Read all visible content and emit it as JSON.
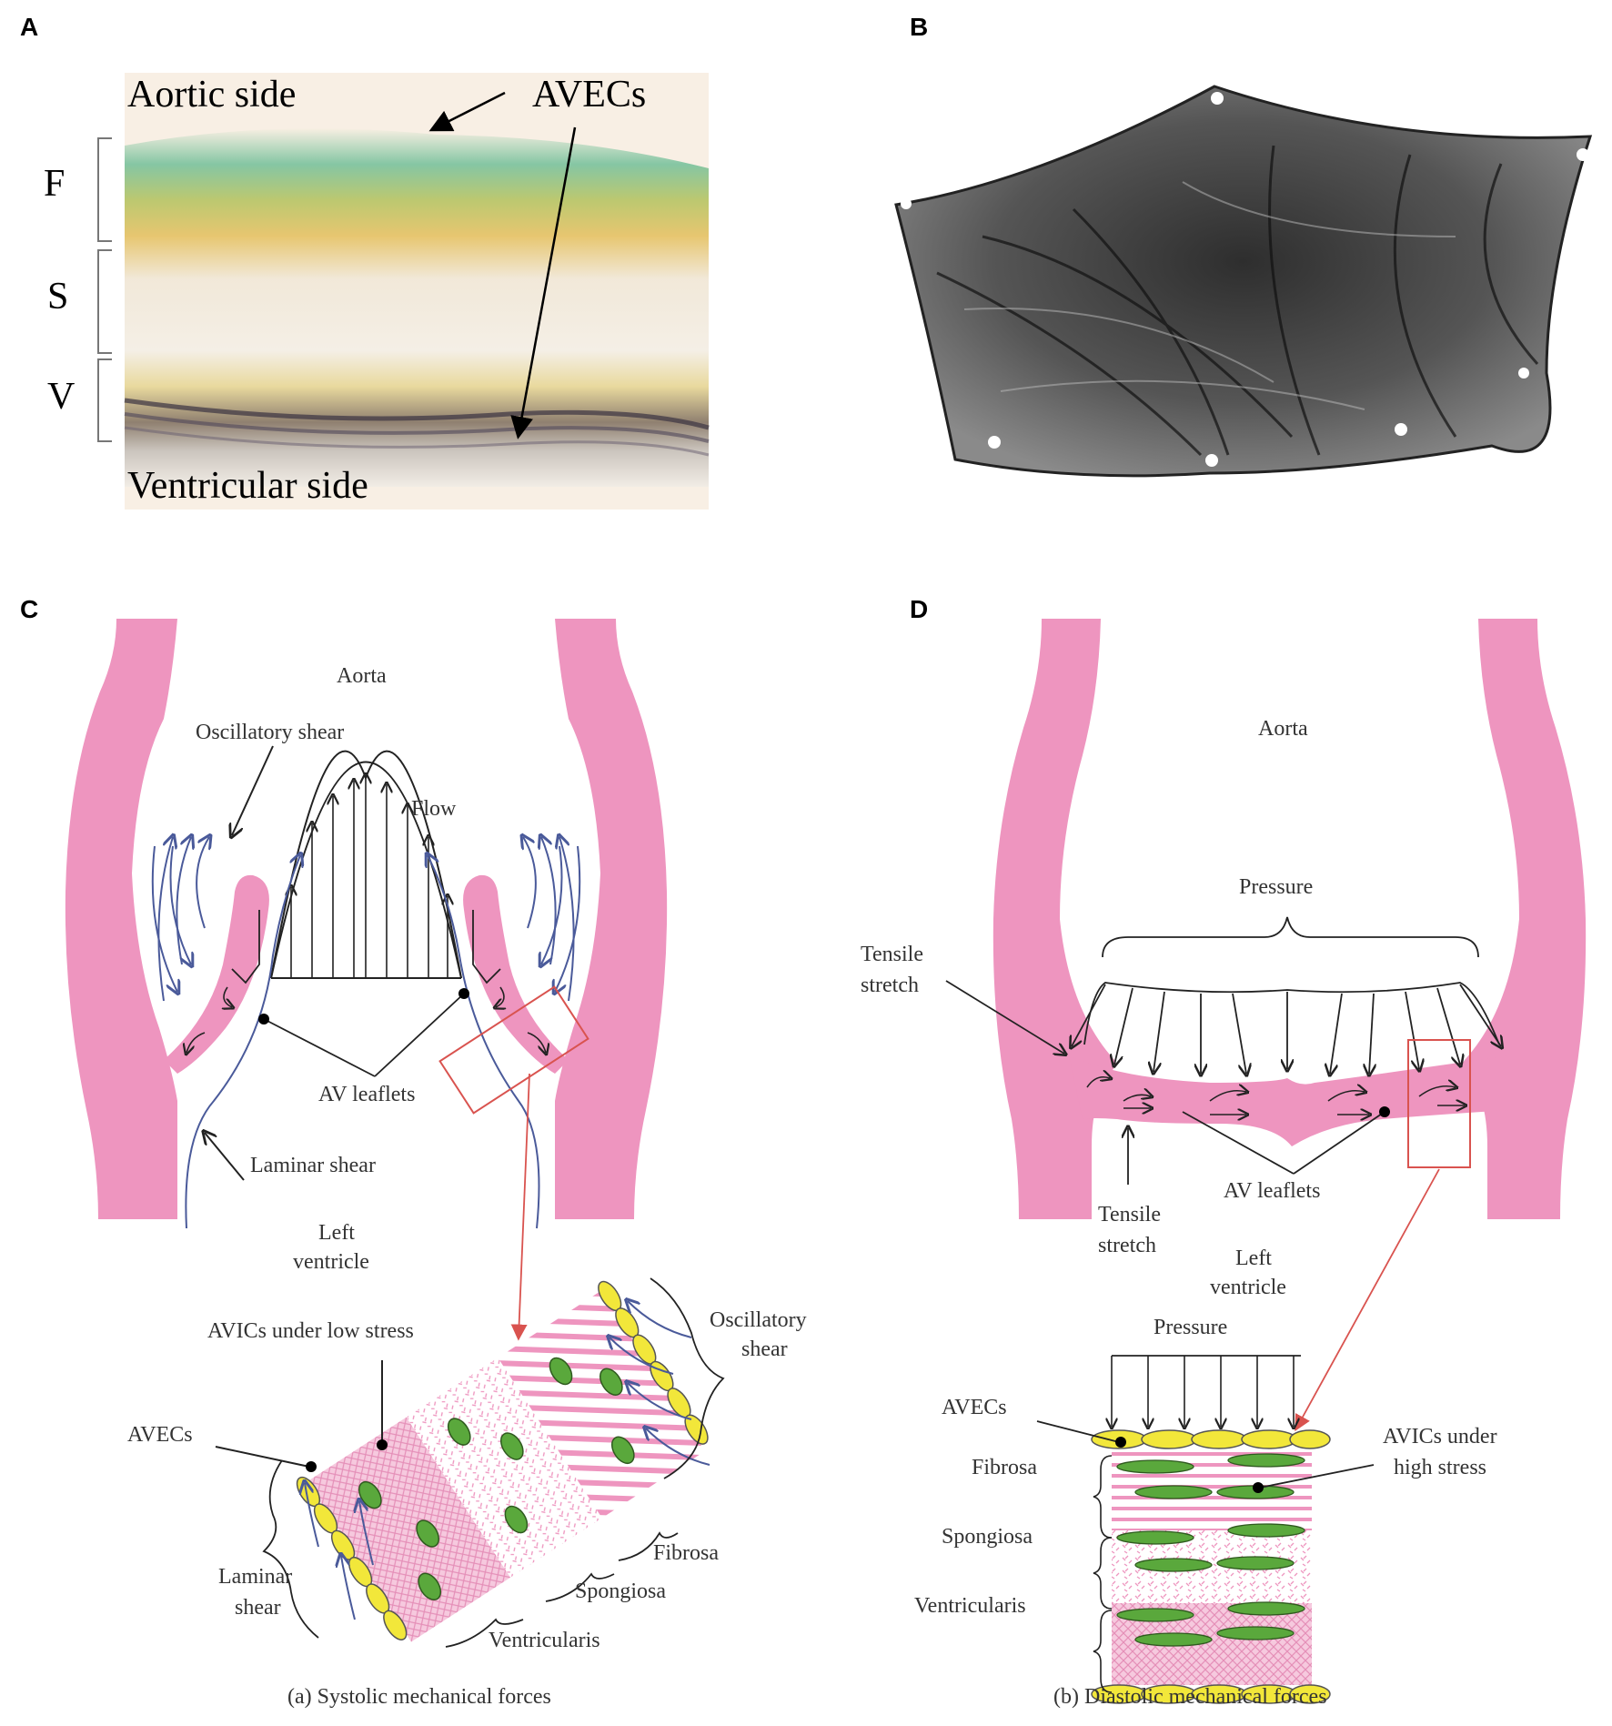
{
  "panels": {
    "a": {
      "label": "A",
      "top_side": "Aortic side",
      "bottom_side": "Ventricular side",
      "cell_label": "AVECs",
      "layers": [
        "F",
        "S",
        "V"
      ]
    },
    "b": {
      "label": "B"
    },
    "c": {
      "label": "C",
      "aorta": "Aorta",
      "oscillatory_shear": "Oscillatory shear",
      "flow": "Flow",
      "av_leaflets": "AV leaflets",
      "laminar_shear": "Laminar shear",
      "left_ventricle_1": "Left",
      "left_ventricle_2": "ventricle",
      "avics": "AVICs under low stress",
      "osc_shear_1": "Oscillatory",
      "osc_shear_2": "shear",
      "avecs": "AVECs",
      "laminar_1": "Laminar",
      "laminar_2": "shear",
      "fibrosa": "Fibrosa",
      "spongiosa": "Spongiosa",
      "ventricularis": "Ventricularis",
      "caption": "(a)  Systolic mechanical forces"
    },
    "d": {
      "label": "D",
      "aorta": "Aorta",
      "pressure": "Pressure",
      "tensile_1": "Tensile",
      "tensile_2": "stretch",
      "av_leaflets": "AV leaflets",
      "tensile_b1": "Tensile",
      "tensile_b2": "stretch",
      "left_ventricle_1": "Left",
      "left_ventricle_2": "ventricle",
      "pressure2": "Pressure",
      "avecs": "AVECs",
      "avics_1": "AVICs under",
      "avics_2": "high stress",
      "fibrosa": "Fibrosa",
      "spongiosa": "Spongiosa",
      "ventricularis": "Ventricularis",
      "caption": "(b)  Diastolic mechanical forces"
    }
  },
  "colors": {
    "tissue_pink": "#ee95bf",
    "flow_blue": "#4a5a9a",
    "cell_yellow": "#f2e73a",
    "cell_green": "#5aa83c",
    "box_red": "#d9534f"
  }
}
